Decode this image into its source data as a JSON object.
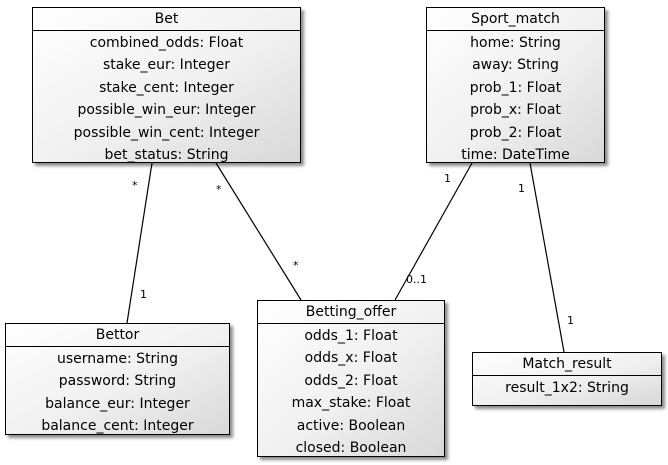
{
  "classes": {
    "bet": {
      "name": "Bet",
      "attributes": [
        "combined_odds: Float",
        "stake_eur: Integer",
        "stake_cent: Integer",
        "possible_win_eur: Integer",
        "possible_win_cent: Integer",
        "bet_status: String"
      ]
    },
    "sport_match": {
      "name": "Sport_match",
      "attributes": [
        "home: String",
        "away: String",
        "prob_1: Float",
        "prob_x: Float",
        "prob_2: Float",
        "time: DateTime"
      ]
    },
    "bettor": {
      "name": "Bettor",
      "attributes": [
        "username: String",
        "password: String",
        "balance_eur: Integer",
        "balance_cent: Integer"
      ]
    },
    "betting_offer": {
      "name": "Betting_offer",
      "attributes": [
        "odds_1: Float",
        "odds_x: Float",
        "odds_2: Float",
        "max_stake: Float",
        "active: Boolean",
        "closed: Boolean"
      ]
    },
    "match_result": {
      "name": "Match_result",
      "attributes": [
        "result_1x2: String"
      ]
    }
  },
  "associations": [
    {
      "from": "Bet",
      "to": "Bettor",
      "from_multiplicity": "*",
      "to_multiplicity": "1"
    },
    {
      "from": "Bet",
      "to": "Betting_offer",
      "from_multiplicity": "*",
      "to_multiplicity": "*"
    },
    {
      "from": "Sport_match",
      "to": "Betting_offer",
      "from_multiplicity": "1",
      "to_multiplicity": "0..1"
    },
    {
      "from": "Sport_match",
      "to": "Match_result",
      "from_multiplicity": "1",
      "to_multiplicity": "1"
    }
  ],
  "colors": {
    "line": "#000000",
    "background": "#ffffff",
    "box_fill_start": "#ffffff",
    "box_fill_end": "#d8d8d8"
  }
}
